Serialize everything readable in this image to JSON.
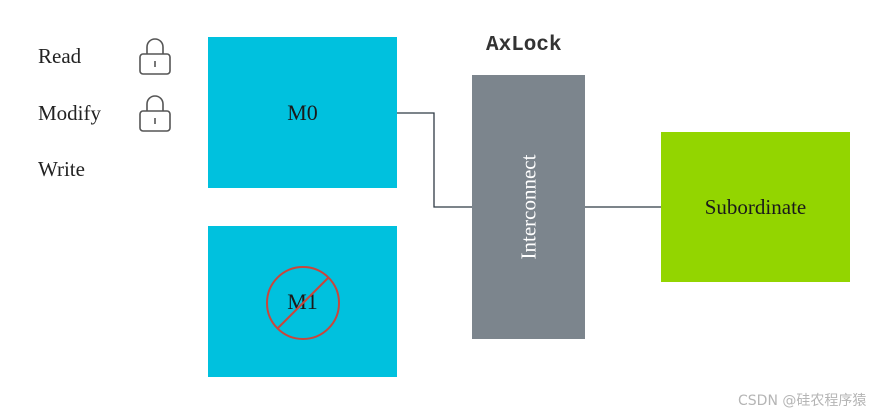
{
  "steps": [
    "Read",
    "Modify",
    "Write"
  ],
  "masters": {
    "m0": "M0",
    "m1": "M1"
  },
  "interconnect": {
    "title": "AxLock",
    "label": "Interconnect"
  },
  "subordinate": "Subordinate",
  "watermark": "CSDN @硅农程序猿",
  "colors": {
    "master": "#00c1de",
    "interconnect": "#7c858d",
    "subordinate": "#93d500",
    "prohibit": "#c8463c",
    "wire": "#2f3a44"
  },
  "icons": {
    "lock": "padlock-icon",
    "prohibit": "prohibited-sign-icon"
  },
  "locked_steps": [
    "Read",
    "Modify"
  ],
  "blocked_master": "M1"
}
